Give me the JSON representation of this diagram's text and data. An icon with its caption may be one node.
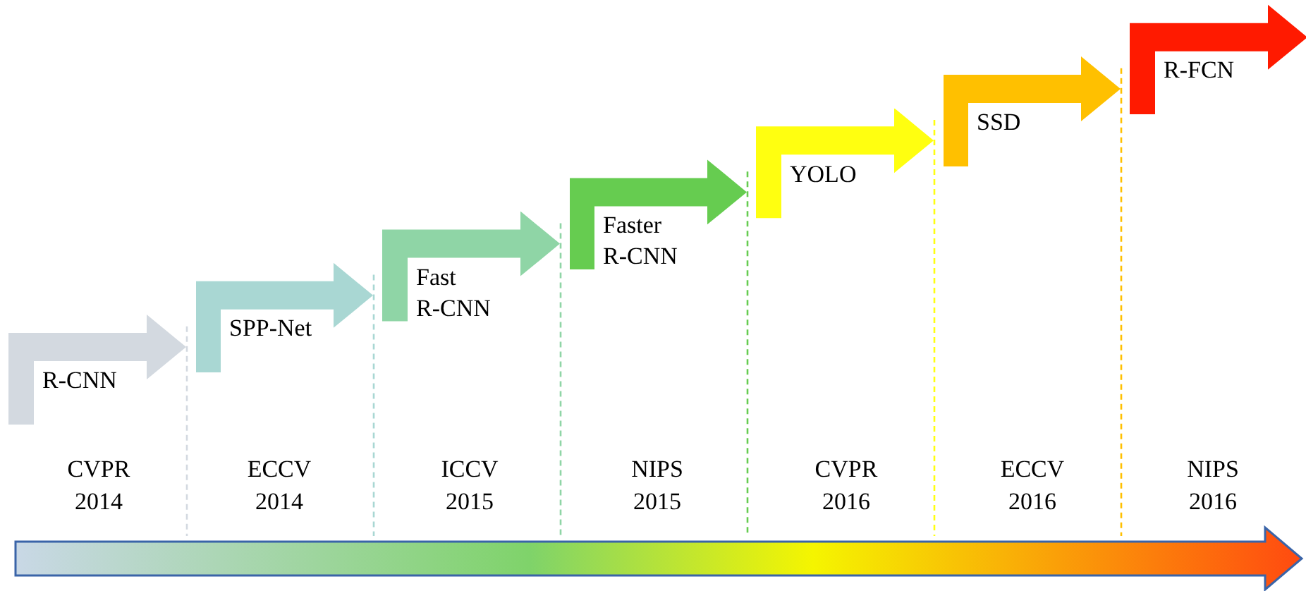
{
  "diagram": {
    "nodes": [
      {
        "text": [
          "R-CNN"
        ]
      },
      {
        "text": [
          "SPP-Net"
        ]
      },
      {
        "text": [
          "Fast R-CNN"
        ]
      },
      {
        "text": [
          "Faster R-CNN"
        ]
      },
      {
        "text": [
          "YOLO"
        ]
      },
      {
        "text": [
          "SSD"
        ]
      },
      {
        "text": [
          "R-FCN"
        ]
      }
    ],
    "labels": [
      "CVPR 2014",
      "ECCV 2014",
      "ICCV 2015",
      "NIPS 2015",
      "CVPR 2016",
      "ECCV 2016",
      "NIPS 2016"
    ]
  }
}
